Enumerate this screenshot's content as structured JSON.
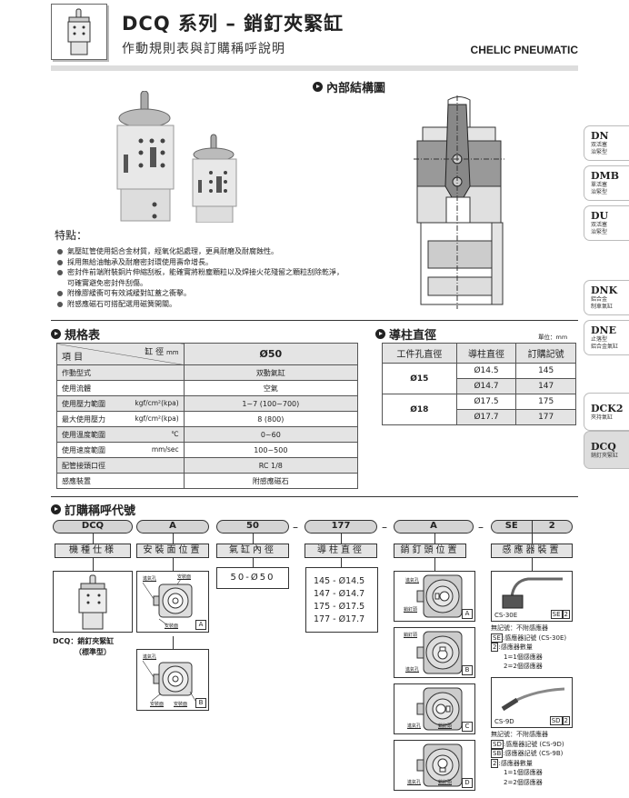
{
  "header": {
    "title": "DCQ 系列 – 銷釘夾緊缸",
    "subtitle": "作動規則表與訂購稱呼說明",
    "brand": "CHELIC PNEUMATIC"
  },
  "structure": {
    "heading": "內部結構圖"
  },
  "side_tabs": [
    {
      "code": "DN",
      "desc1": "双活塞",
      "desc2": "治緊型"
    },
    {
      "code": "DMB",
      "desc1": "單活塞",
      "desc2": "治緊型"
    },
    {
      "code": "DU",
      "desc1": "双活塞",
      "desc2": "治緊型"
    },
    {
      "code": "DNK",
      "desc1": "鋁合金",
      "desc2": "制車氣缸"
    },
    {
      "code": "DNE",
      "desc1": "止落型",
      "desc2": "鋁合金氣缸"
    },
    {
      "code": "DCK2",
      "desc1": "夾持氣缸",
      "desc2": ""
    },
    {
      "code": "DCQ",
      "desc1": "銷釘夾緊缸",
      "desc2": ""
    }
  ],
  "features": {
    "label": "特點：",
    "items": [
      "氣壓缸管使用鋁合金材質，經氧化鋁處理，更具耐磨及耐腐蝕性。",
      "採用無給油軸承及耐磨密封環使用壽命增長。",
      "密封件前端附裝銅片伸縮刮板，能確實將粉塵顆粒以及焊接火花殘留之顆粒刮除乾淨，可確實避免密封件刮傷。",
      "附橡膠緩衝可有效減緩對缸蓋之衝擊。",
      "附感應磁石可搭配選用磁簧開關。"
    ]
  },
  "spec": {
    "heading": "規格表",
    "corner_top": "缸 徑",
    "corner_unit": "mm",
    "corner_bottom": "項 目",
    "bore": "Ø50",
    "rows": [
      {
        "label": "作動型式",
        "unit": "",
        "value": "双動氣缸"
      },
      {
        "label": "使用流體",
        "unit": "",
        "value": "空氣"
      },
      {
        "label": "使用壓力範圍",
        "unit": "kgf/cm²(kpa)",
        "value": "1~7 (100~700)"
      },
      {
        "label": "最大使用壓力",
        "unit": "kgf/cm²(kpa)",
        "value": "8 (800)"
      },
      {
        "label": "使用溫度範圍",
        "unit": "℃",
        "value": "0~60"
      },
      {
        "label": "使用速度範圍",
        "unit": "mm/sec",
        "value": "100~500"
      },
      {
        "label": "配管接頭口徑",
        "unit": "",
        "value": "RC 1/8"
      },
      {
        "label": "感應裝置",
        "unit": "",
        "value": "附感應磁石"
      }
    ]
  },
  "guide": {
    "heading": "導柱直徑",
    "unit_note": "單位：mm",
    "columns": [
      "工件孔直徑",
      "導柱直徑",
      "訂購記號"
    ],
    "groups": [
      {
        "hole": "Ø15",
        "rows": [
          {
            "pin": "Ø14.5",
            "code": "145"
          },
          {
            "pin": "Ø14.7",
            "code": "147"
          }
        ]
      },
      {
        "hole": "Ø18",
        "rows": [
          {
            "pin": "Ø17.5",
            "code": "175"
          },
          {
            "pin": "Ø17.7",
            "code": "177"
          }
        ]
      }
    ]
  },
  "order": {
    "heading": "訂購稱呼代號",
    "codes": [
      "DCQ",
      "A",
      "50",
      "177",
      "A",
      "SE",
      "2"
    ],
    "dash": "–",
    "labels": [
      "機種仕様",
      "安裝面位置",
      "氣缸內徑",
      "導柱直徑",
      "銷釘頭位置",
      "感應器裝置"
    ],
    "model_caption1": "DCQ：銷釘夾緊缸",
    "model_caption2": "（標準型）",
    "mount_tags": {
      "port": "進氣孔",
      "mount": "安裝面",
      "pin": "銷釘頭"
    },
    "mount_letters": [
      "A",
      "B"
    ],
    "pin_letters": [
      "A",
      "B",
      "C",
      "D"
    ],
    "bore_option": "50-Ø50",
    "pin_options": [
      "145 - Ø14.5",
      "147 - Ø14.7",
      "175 - Ø17.5",
      "177 - Ø17.7"
    ],
    "sensor1": {
      "model": "CS-30E",
      "tag1": "SE",
      "tag2": "2",
      "lines": [
        "無記號：不附感應器",
        "感應器記號 (CS-30E)",
        "感應器數量",
        "1=1個感應器",
        "2=2個感應器"
      ],
      "sym1": "SE",
      "sym2": "2"
    },
    "sensor2": {
      "model": "CS-9D",
      "tag1": "SD",
      "tag2": "2",
      "lines": [
        "無記號：不附感應器",
        "感應器記號 (CS-9D)",
        "感應器記號 (CS-9B)",
        "感應器數量",
        "1=1個感應器",
        "2=2個感應器"
      ],
      "sym1": "SD",
      "sym2": "SB",
      "sym3": "2"
    }
  }
}
